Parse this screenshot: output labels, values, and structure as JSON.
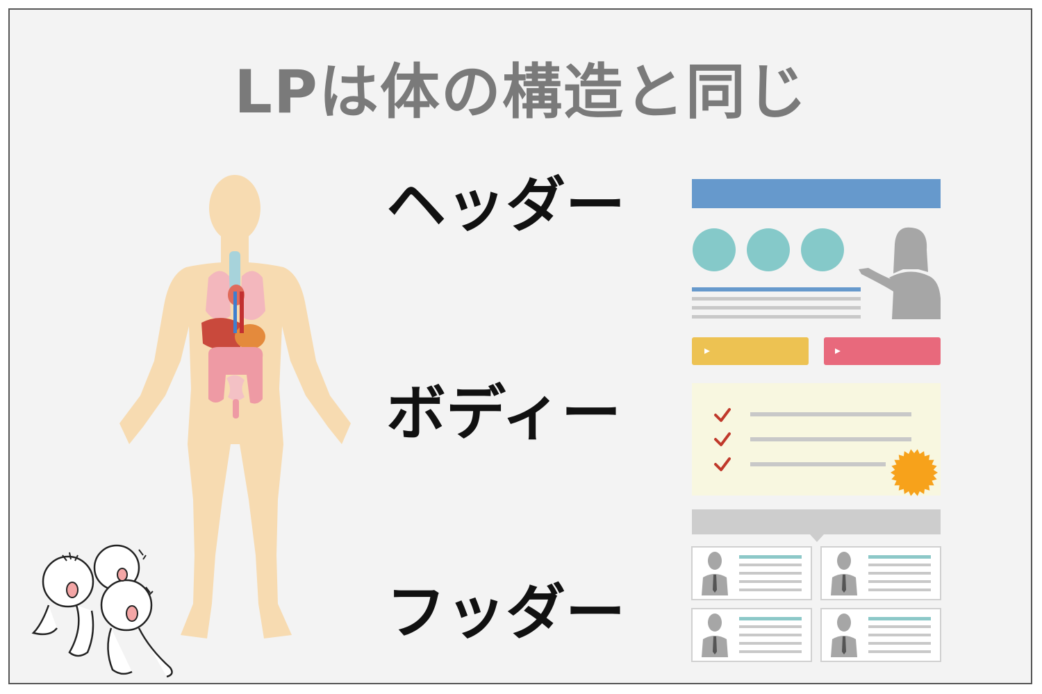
{
  "title": "LPは体の構造と同じ",
  "sections": {
    "header": "ヘッダー",
    "body": "ボディー",
    "footer": "フッダー"
  },
  "colors": {
    "title_text": "#7a7a7a",
    "label_text": "#111111",
    "body_silhouette": "#f7dbb1",
    "header_bar": "#6699cc",
    "circles": "#85c9c9",
    "button_yellow": "#edc252",
    "button_red": "#e8697c",
    "checklist_bg": "#f8f7e0",
    "check_mark": "#c0392b",
    "badge": "#f7a21b",
    "person_silhouette": "#a6a6a6",
    "card_lines_accent": "#8cc8c8"
  },
  "icons": [
    "human-body-organs-illustration",
    "landing-page-wireframe",
    "panicking-people-illustration",
    "check-icon",
    "play-icon",
    "badge-icon",
    "person-avatar-icon"
  ]
}
